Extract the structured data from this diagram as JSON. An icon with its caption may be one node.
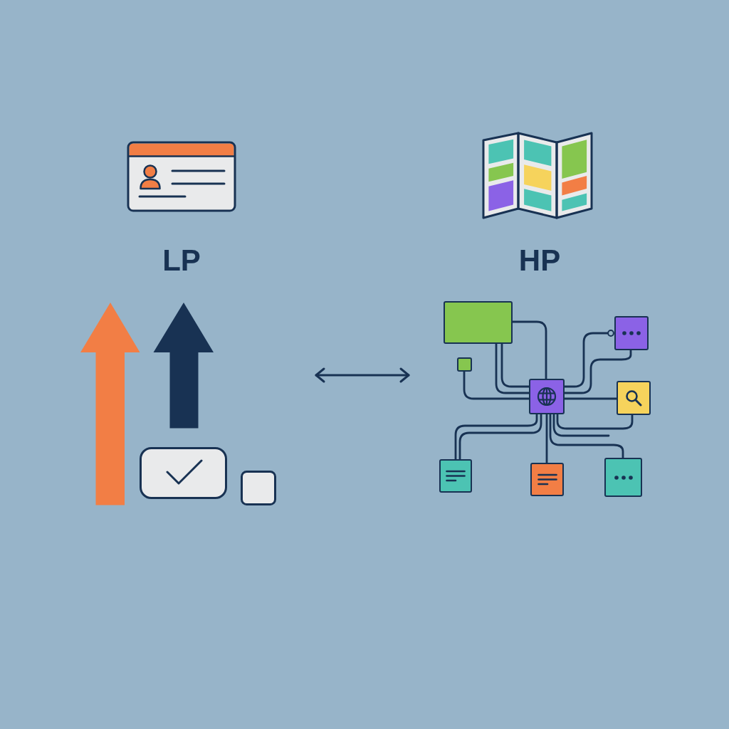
{
  "diagram": {
    "nodes": [
      {
        "text": [],
        "shape": "box"
      },
      {
        "text": [],
        "shape": "box"
      },
      {
        "text": [],
        "shape": "box"
      },
      {
        "text": [],
        "shape": "box"
      },
      {
        "text": [],
        "shape": "box"
      },
      {
        "text": [],
        "shape": "box"
      },
      {
        "text": [],
        "shape": "box"
      },
      {
        "text": [],
        "shape": "box"
      }
    ],
    "edges": [
      {
        "from": 3,
        "to": 0,
        "arrow": "none"
      },
      {
        "from": 3,
        "to": 0,
        "arrow": "none"
      },
      {
        "from": 3,
        "to": 0,
        "arrow": "none"
      },
      {
        "from": 3,
        "to": 1,
        "arrow": "other"
      },
      {
        "from": 3,
        "to": 1,
        "arrow": "none"
      },
      {
        "from": 3,
        "to": 2,
        "arrow": "none"
      },
      {
        "from": 3,
        "to": 4,
        "arrow": "none"
      },
      {
        "from": 3,
        "to": 4,
        "arrow": "none"
      },
      {
        "from": 3,
        "to": 5,
        "arrow": "none"
      },
      {
        "from": 3,
        "to": 5,
        "arrow": "none"
      },
      {
        "from": 3,
        "to": 6,
        "arrow": "none"
      },
      {
        "from": 3,
        "to": 7,
        "arrow": "none"
      },
      {
        "from": 3,
        "to": null,
        "arrow": "none"
      }
    ],
    "labels": [
      "LP",
      "HP"
    ]
  }
}
